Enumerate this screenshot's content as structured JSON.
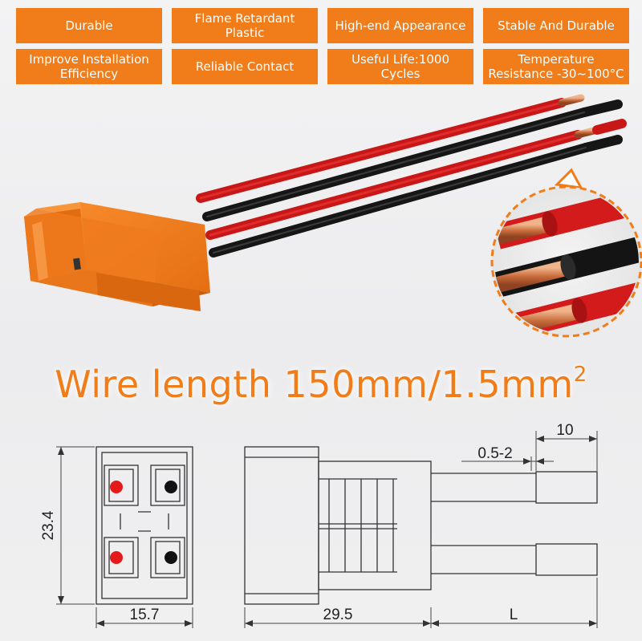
{
  "features": [
    "Durable",
    "Flame Retardant Plastic",
    "High-end Appearance",
    "Stable And Durable",
    "Improve Installation Efficiency",
    "Reliable Contact",
    "Useful Life:1000 Cycles",
    "Temperature Resistance -30~100°C"
  ],
  "headline": {
    "text": "Wire length 150mm/1.5mm",
    "superscript": "2"
  },
  "dimensions": {
    "height": "23.4",
    "front_width": "15.7",
    "body_length": "29.5",
    "wire_length": "L",
    "strip_length": "10",
    "gap": "0.5-2"
  },
  "colors": {
    "accent": "#f07c1a",
    "wire_red": "#d91d1d",
    "wire_black": "#1a1a1a",
    "copper": "#d27b4c"
  }
}
